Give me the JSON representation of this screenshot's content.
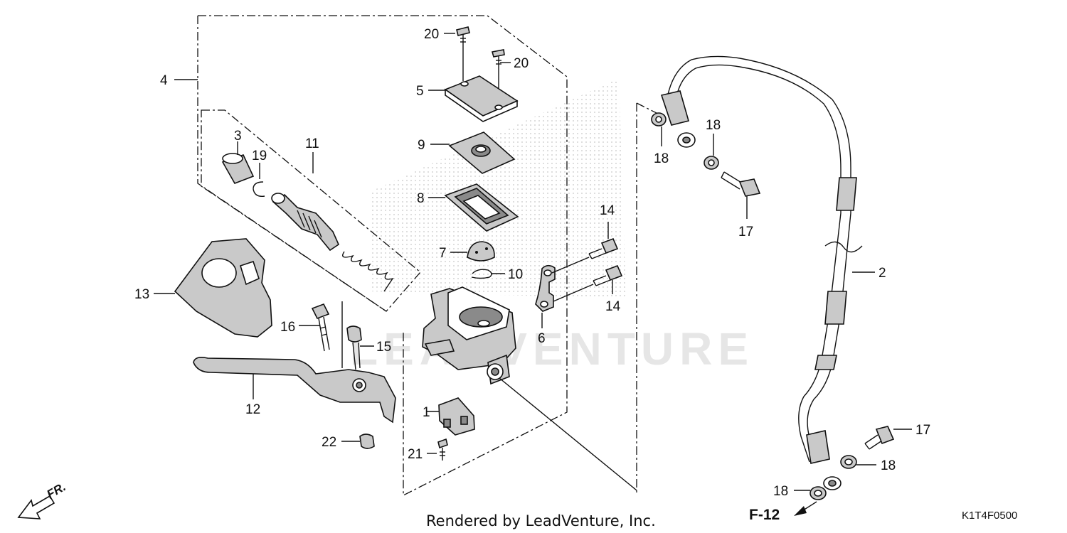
{
  "diagram": {
    "watermark": "LEADVENTURE",
    "footer_text": "Rendered by LeadVenture, Inc.",
    "figure_code": "K1T4F0500",
    "reference_label": "F-12",
    "direction_label": "FR.",
    "callouts": {
      "c1": "1",
      "c2": "2",
      "c3": "3",
      "c4": "4",
      "c5": "5",
      "c6": "6",
      "c7": "7",
      "c8": "8",
      "c9": "9",
      "c10": "10",
      "c11": "11",
      "c12": "12",
      "c13": "13",
      "c14a": "14",
      "c14b": "14",
      "c15": "15",
      "c16": "16",
      "c17a": "17",
      "c17b": "17",
      "c18a": "18",
      "c18b": "18",
      "c18c": "18",
      "c18d": "18",
      "c19": "19",
      "c20a": "20",
      "c20b": "20",
      "c21": "21",
      "c22": "22"
    }
  }
}
